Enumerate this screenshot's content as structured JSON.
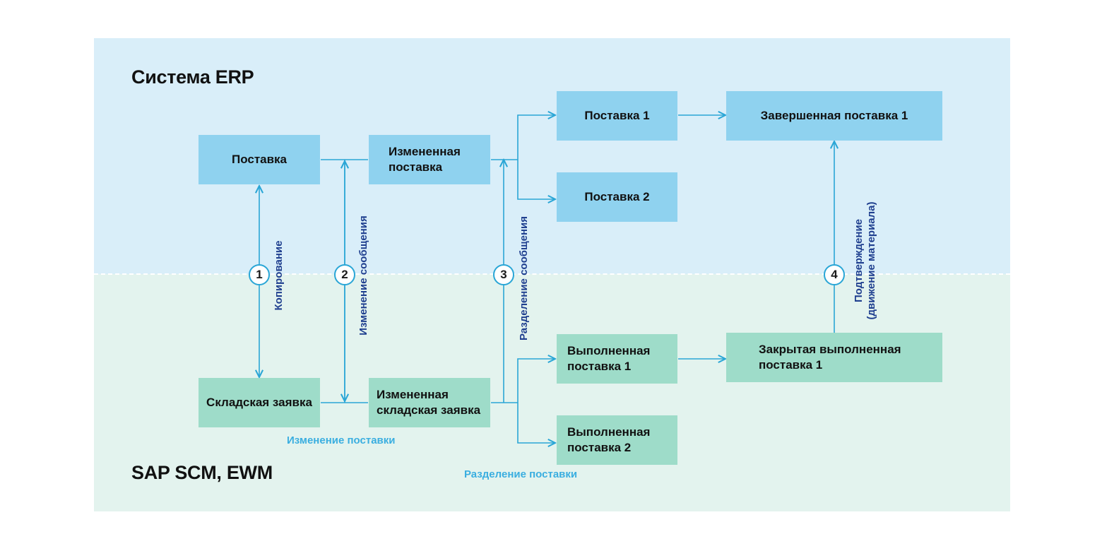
{
  "zones": {
    "erp_title": "Система ERP",
    "scm_title": "SAP SCM, EWM"
  },
  "erp_boxes": {
    "delivery": "Поставка",
    "changed_delivery": "Измененная\nпоставка",
    "delivery_1": "Поставка 1",
    "delivery_2": "Поставка 2",
    "completed_delivery_1": "Завершенная поставка 1"
  },
  "scm_boxes": {
    "warehouse_request": "Складская заявка",
    "changed_warehouse_request": "Измененная\nскладская заявка",
    "executed_delivery_1": "Выполненная\nпоставка 1",
    "executed_delivery_2": "Выполненная\nпоставка 2",
    "closed_executed_delivery_1": "Закрытая выполненная\nпоставка 1"
  },
  "steps": [
    {
      "number": "1",
      "label": "Копирование"
    },
    {
      "number": "2",
      "label": "Изменение сообщения"
    },
    {
      "number": "3",
      "label": "Разделение сообщения"
    },
    {
      "number": "4",
      "label": "Подтверждение\n(движение материала)"
    }
  ],
  "captions": {
    "delivery_change": "Изменение поставки",
    "delivery_split": "Разделение поставки"
  },
  "colors": {
    "erp_background": "#d9eef9",
    "scm_background": "#e3f3ee",
    "erp_box": "#8fd2ef",
    "scm_box": "#9edcc9",
    "connector": "#2aa6d6",
    "step_label": "#1f3f8f",
    "caption": "#3aaee0"
  }
}
